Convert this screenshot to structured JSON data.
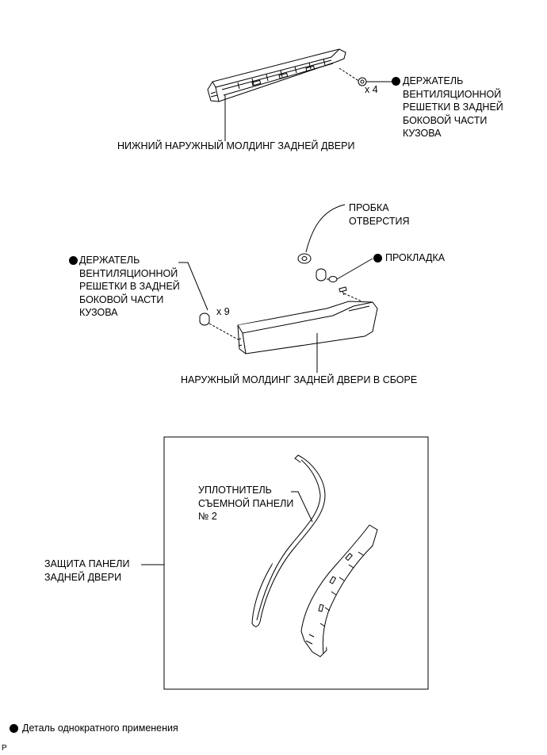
{
  "labels": {
    "vent_holder_top": [
      "ДЕРЖАТЕЛЬ",
      "ВЕНТИЛЯЦИОННОЙ",
      "РЕШЕТКИ В ЗАДНЕЙ",
      "БОКОВОЙ ЧАСТИ",
      "КУЗОВА"
    ],
    "qty_top": "x 4",
    "lower_molding": "НИЖНИЙ НАРУЖНЫЙ МОЛДИНГ ЗАДНЕЙ ДВЕРИ",
    "hole_plug": [
      "ПРОБКА",
      "ОТВЕРСТИЯ"
    ],
    "gasket": "ПРОКЛАДКА",
    "vent_holder_mid": [
      "ДЕРЖАТЕЛЬ",
      "ВЕНТИЛЯЦИОННОЙ",
      "РЕШЕТКИ В ЗАДНЕЙ",
      "БОКОВОЙ ЧАСТИ",
      "КУЗОВА"
    ],
    "qty_mid": "x 9",
    "molding_assy": "НАРУЖНЫЙ МОЛДИНГ ЗАДНЕЙ ДВЕРИ В СБОРЕ",
    "seal": [
      "УПЛОТНИТЕЛЬ",
      "СЪЕМНОЙ ПАНЕЛИ",
      "№ 2"
    ],
    "panel_protector": [
      "ЗАЩИТА ПАНЕЛИ",
      "ЗАДНЕЙ ДВЕРИ"
    ]
  },
  "legend": {
    "text": "Деталь однократного применения"
  },
  "corner_code": "P",
  "colors": {
    "ink": "#000000",
    "background": "#ffffff"
  }
}
